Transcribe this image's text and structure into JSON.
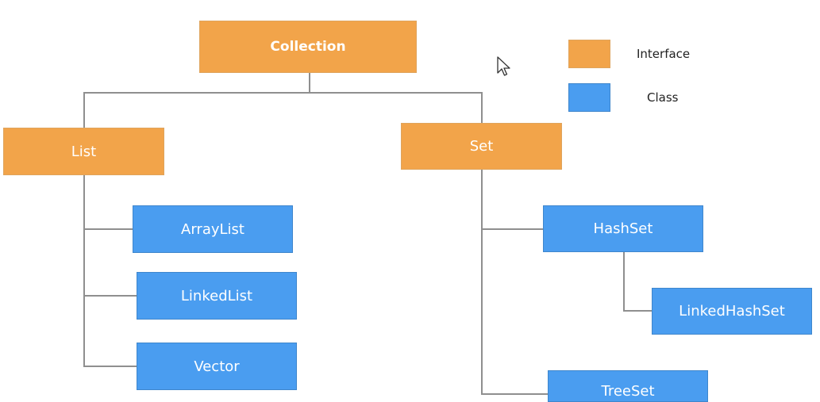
{
  "nodes": {
    "collection": "Collection",
    "list": "List",
    "set": "Set",
    "arraylist": "ArrayList",
    "linkedlist": "LinkedList",
    "vector": "Vector",
    "hashset": "HashSet",
    "linkedhashset": "LinkedHashSet",
    "treeset": "TreeSet"
  },
  "legend": {
    "interface_label": "Interface",
    "class_label": "Class"
  },
  "colors": {
    "interface": "#f2a44a",
    "class": "#4a9df0",
    "connector": "#8f8f8f"
  },
  "icons": {
    "cursor": "mouse-pointer-icon"
  }
}
